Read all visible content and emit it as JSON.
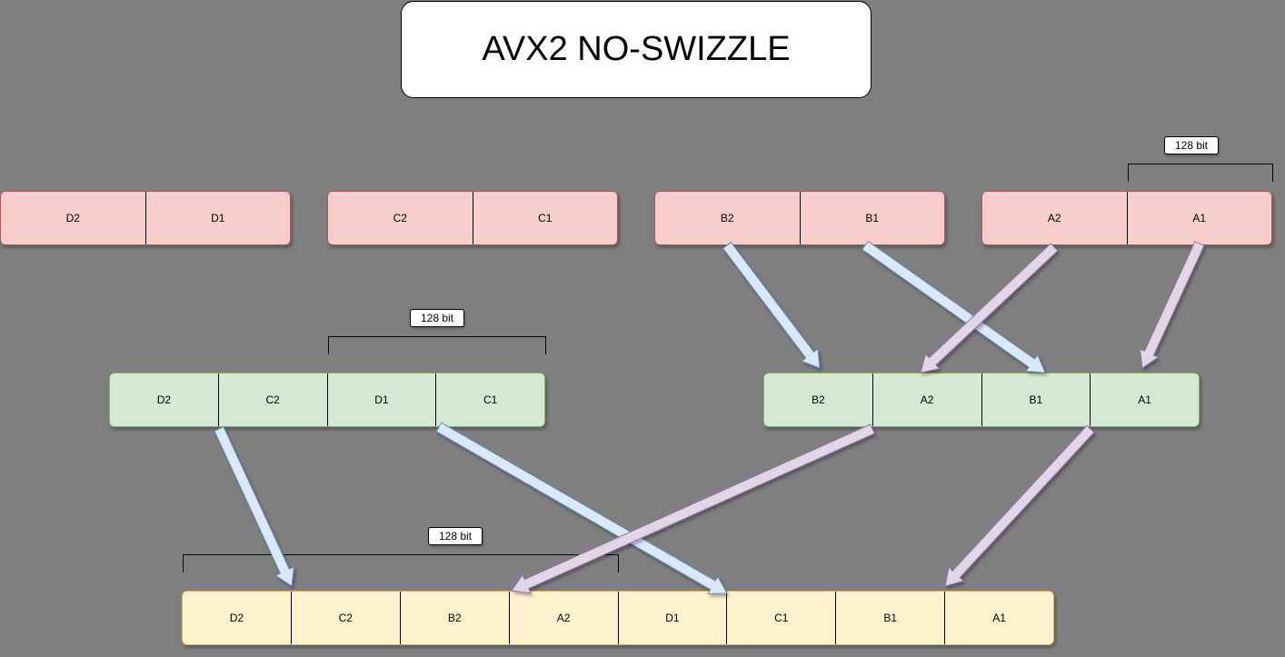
{
  "title": "AVX2 NO-SWIZZLE",
  "bit_label": "128 bit",
  "colors": {
    "background": "#7f7f7f",
    "pink_fill": "#f8cecc",
    "green_fill": "#d5e8d4",
    "yellow_fill": "#fff2cc",
    "arrow_blue": "#dae8fc",
    "arrow_purple": "#e1d5e7"
  },
  "top_registers": [
    {
      "cells": [
        "D2",
        "D1"
      ]
    },
    {
      "cells": [
        "C2",
        "C1"
      ]
    },
    {
      "cells": [
        "B2",
        "B1"
      ]
    },
    {
      "cells": [
        "A2",
        "A1"
      ]
    }
  ],
  "middle_registers": [
    {
      "cells": [
        "D2",
        "C2",
        "D1",
        "C1"
      ]
    },
    {
      "cells": [
        "B2",
        "A2",
        "B1",
        "A1"
      ]
    }
  ],
  "bottom_register": {
    "cells": [
      "D2",
      "C2",
      "B2",
      "A2",
      "D1",
      "C1",
      "B1",
      "A1"
    ]
  }
}
